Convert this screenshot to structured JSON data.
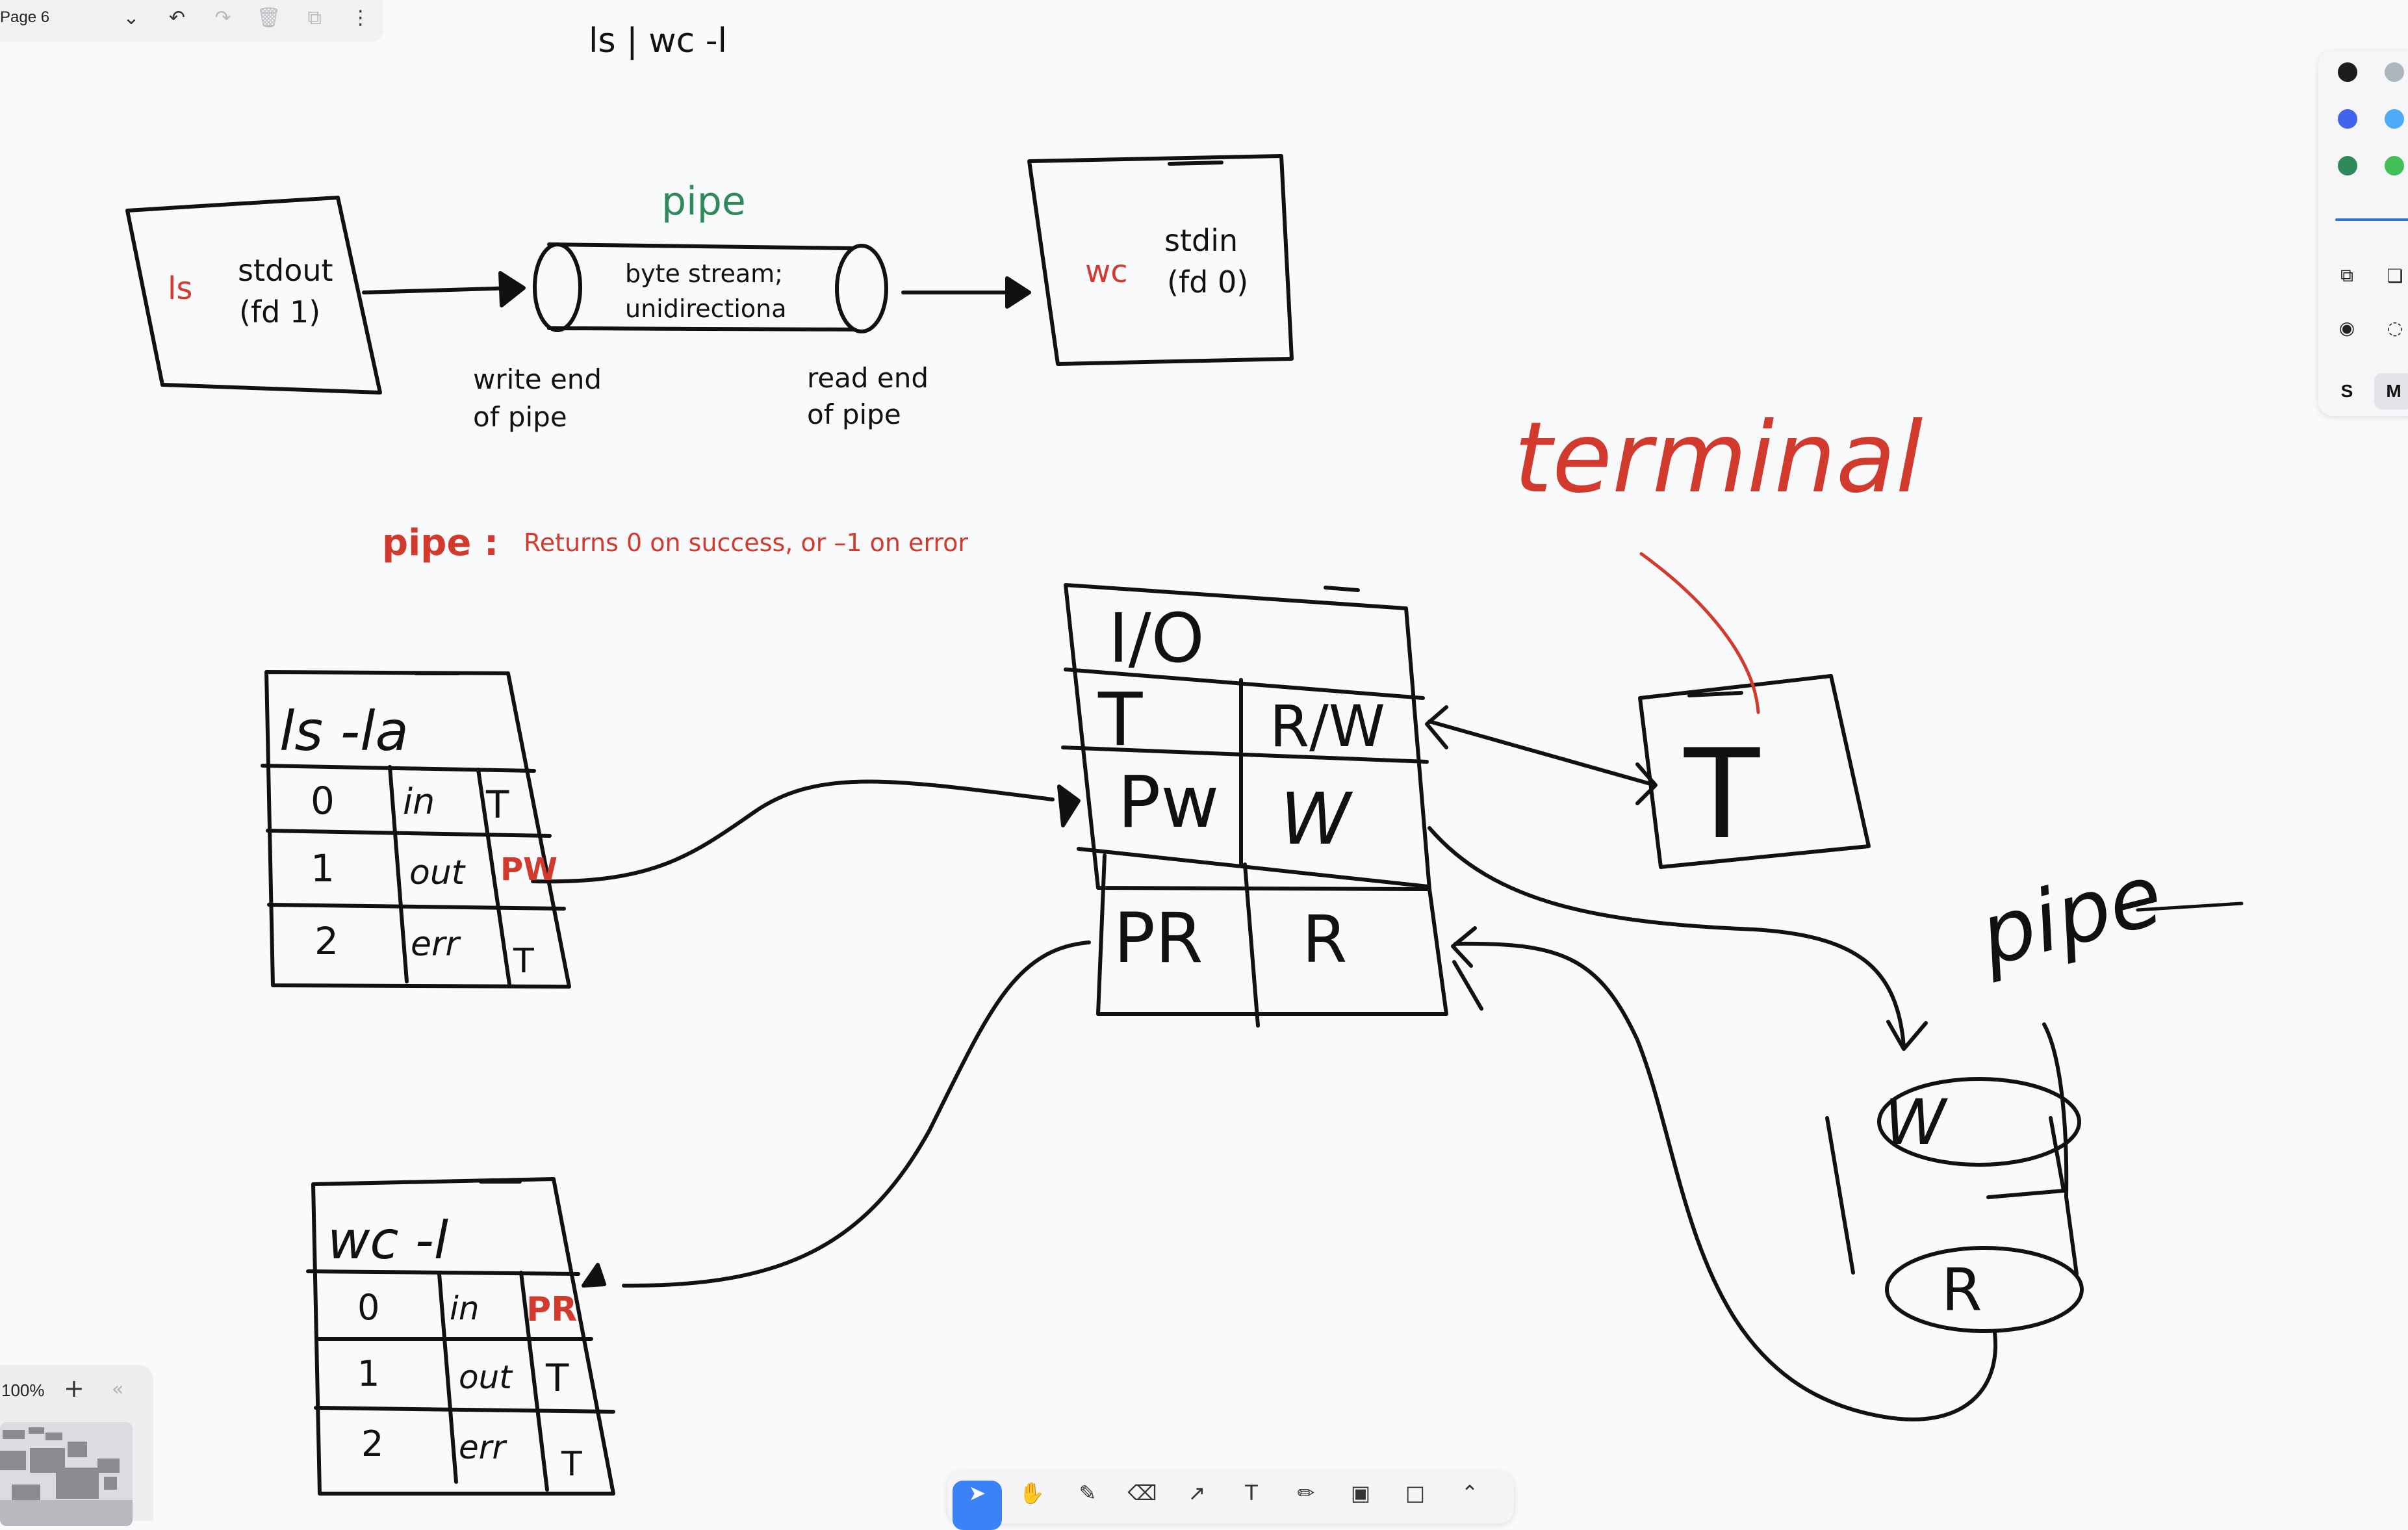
{
  "page": {
    "name": "Page 6"
  },
  "menu_icons": [
    "chevron-down-icon",
    "undo-icon",
    "redo-icon",
    "trash-icon",
    "duplicate-icon",
    "more-icon"
  ],
  "diagram": {
    "command": "ls  |  wc -l",
    "pipe_title": "pipe",
    "ls_label": "ls",
    "stdout_label": "stdout",
    "fd1_label": "(fd 1)",
    "stream_line1": "byte stream;",
    "stream_line2": "unidirectiona",
    "wc_label": "wc",
    "stdin_label": "stdin",
    "fd0_label": "(fd 0)",
    "write_end_1": "write end",
    "write_end_2": "of pipe",
    "read_end_1": "read end",
    "read_end_2": "of pipe",
    "pipe_fn": "pipe :",
    "pipe_returns": "Returns 0 on success, or –1 on error",
    "terminal_note": "terminal",
    "pipe_note": "pipe",
    "ls_table_title": "ls -la",
    "wc_table_title": "wc -l",
    "fd_rows": [
      {
        "fd": "0",
        "name": "in",
        "target": "T"
      },
      {
        "fd": "1",
        "name": "out",
        "target": "PW"
      },
      {
        "fd": "2",
        "name": "err",
        "target": "T"
      }
    ],
    "wc_fd_rows": [
      {
        "fd": "0",
        "name": "in",
        "target": "PR"
      },
      {
        "fd": "1",
        "name": "out",
        "target": "T"
      },
      {
        "fd": "2",
        "name": "err",
        "target": "T"
      }
    ],
    "io_table": {
      "title": "I/O",
      "rows": [
        {
          "left": "T",
          "right": "R/W"
        },
        {
          "left": "Pw",
          "right": "W"
        },
        {
          "left": "PR",
          "right": "R"
        }
      ]
    },
    "terminal_box": "T",
    "pipe_buffer_top": "W",
    "pipe_buffer_bottom": "R"
  },
  "colors": {
    "ink": "#111111",
    "red": "#d23a2e",
    "green": "#2f8a5b",
    "accent": "#3a82f6",
    "canvas_bg": "#f9fafc"
  },
  "style_panel": {
    "swatches": [
      "#1d1d1d",
      "#adb5bd",
      "#4263eb",
      "#4dabf7",
      "#2f8a5b",
      "#40c057"
    ],
    "sizes": [
      "S",
      "M"
    ],
    "selected_size": "M"
  },
  "zoom": {
    "level": "100%",
    "plus": "+",
    "collapse": "«"
  },
  "toolbar": {
    "tools": [
      "select-tool",
      "hand-tool",
      "draw-tool",
      "eraser-tool",
      "arrow-tool",
      "text-tool",
      "note-tool",
      "asset-tool",
      "rectangle-tool",
      "more-tools"
    ],
    "active": "select-tool"
  }
}
